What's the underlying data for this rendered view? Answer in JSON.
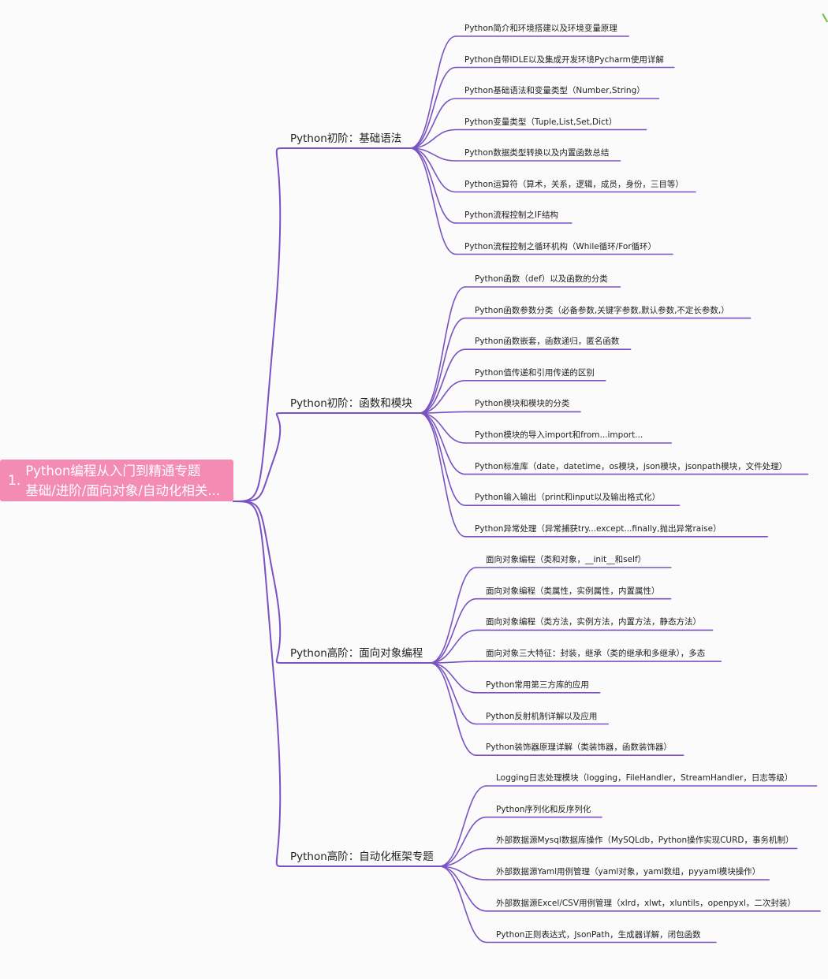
{
  "root": {
    "number": "1.",
    "line1": "Python编程从入门到精通专题",
    "line2": "基础/进阶/面向对象/自动化相关..."
  },
  "colors": {
    "root_bg": "#f48bb2",
    "connector": "#7a52c2",
    "text": "#222222",
    "background": "#fbfbfb"
  },
  "branches": [
    {
      "label": "Python初阶：基础语法",
      "children": [
        "Python简介和环境搭建以及环境变量原理",
        "Python自带IDLE以及集成开发环境Pycharm使用详解",
        "Python基础语法和变量类型（Number,String）",
        "Python变量类型（Tuple,List,Set,Dict）",
        "Python数据类型转换以及内置函数总结",
        "Python运算符（算术，关系，逻辑，成员，身份，三目等）",
        "Python流程控制之IF结构",
        "Python流程控制之循环机构（While循环/For循环）"
      ]
    },
    {
      "label": "Python初阶：函数和模块",
      "children": [
        "Python函数（def）以及函数的分类",
        "Python函数参数分类（必备参数,关键字参数,默认参数,不定长参数,）",
        "Python函数嵌套，函数递归，匿名函数",
        "Python值传递和引用传递的区别",
        "Python模块和模块的分类",
        "Python模块的导入import和from...import...",
        "Python标准库（date，datetime，os模块，json模块，jsonpath模块，文件处理）",
        "Python输入输出（print和input以及输出格式化）",
        "Python异常处理（异常捕获try...except...finally,抛出异常raise）"
      ]
    },
    {
      "label": "Python高阶：面向对象编程",
      "children": [
        "面向对象编程（类和对象，__init__和self）",
        "面向对象编程（类属性，实例属性，内置属性）",
        "面向对象编程（类方法，实例方法，内置方法，静态方法）",
        "面向对象三大特征：封装，继承（类的继承和多继承），多态",
        "Python常用第三方库的应用",
        "Python反射机制详解以及应用",
        "Python装饰器原理详解（类装饰器，函数装饰器）"
      ]
    },
    {
      "label": "Python高阶：自动化框架专题",
      "children": [
        "Logging日志处理模块（logging，FileHandler，StreamHandler，日志等级）",
        "Python序列化和反序列化",
        "外部数据源Mysql数据库操作（MySQLdb，Python操作实现CURD，事务机制）",
        "外部数据源Yaml用例管理（yaml对象，yaml数组，pyyaml模块操作）",
        "外部数据源Excel/CSV用例管理（xlrd，xlwt，xluntils，openpyxl，二次封装）",
        "Python正则表达式，JsonPath，生成器详解，闭包函数"
      ]
    }
  ]
}
